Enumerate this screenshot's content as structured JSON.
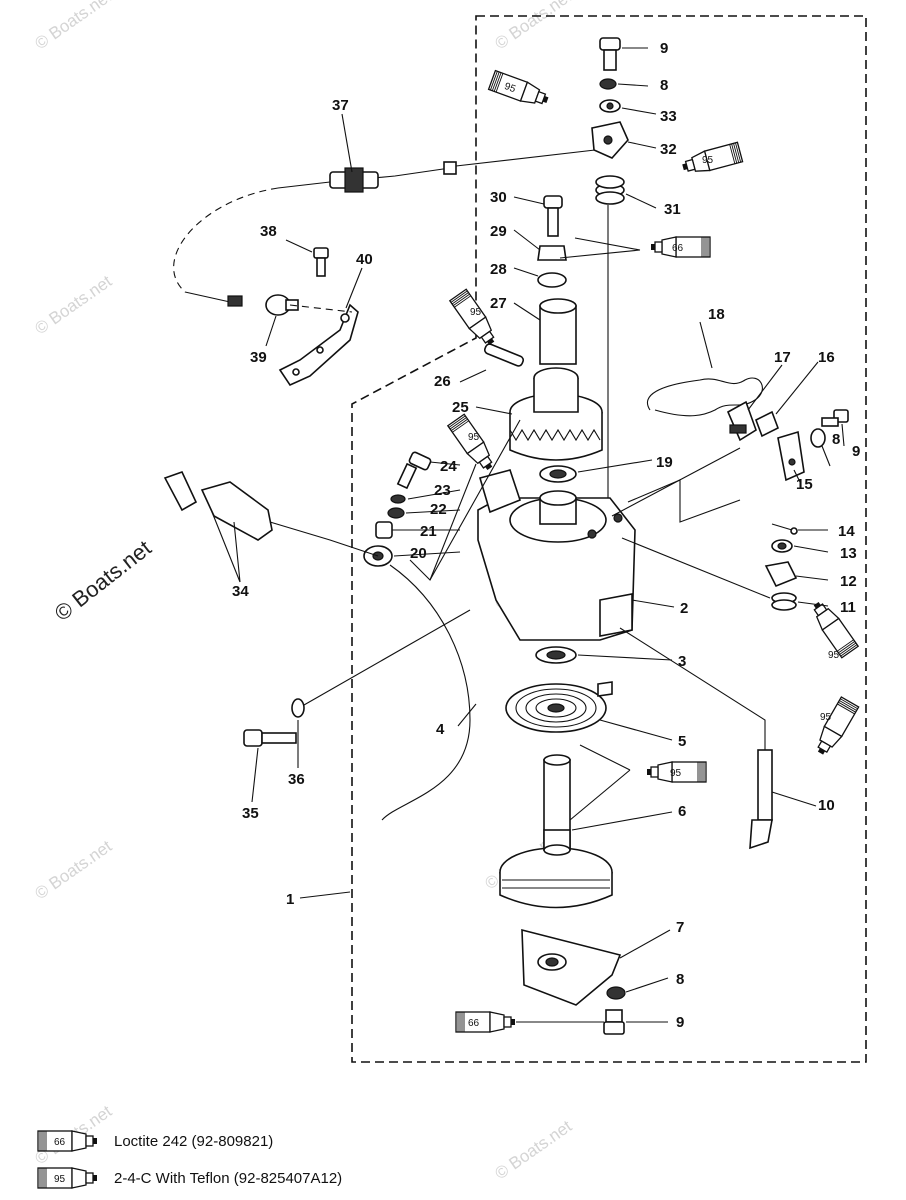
{
  "callouts": [
    {
      "id": "1",
      "label": "1"
    },
    {
      "id": "2",
      "label": "2"
    },
    {
      "id": "3",
      "label": "3"
    },
    {
      "id": "4",
      "label": "4"
    },
    {
      "id": "5",
      "label": "5"
    },
    {
      "id": "6",
      "label": "6"
    },
    {
      "id": "7",
      "label": "7"
    },
    {
      "id": "8a",
      "label": "8"
    },
    {
      "id": "8b",
      "label": "8"
    },
    {
      "id": "8c",
      "label": "8"
    },
    {
      "id": "9a",
      "label": "9"
    },
    {
      "id": "9b",
      "label": "9"
    },
    {
      "id": "9c",
      "label": "9"
    },
    {
      "id": "10",
      "label": "10"
    },
    {
      "id": "11",
      "label": "11"
    },
    {
      "id": "12",
      "label": "12"
    },
    {
      "id": "13",
      "label": "13"
    },
    {
      "id": "14",
      "label": "14"
    },
    {
      "id": "15",
      "label": "15"
    },
    {
      "id": "16",
      "label": "16"
    },
    {
      "id": "17",
      "label": "17"
    },
    {
      "id": "18",
      "label": "18"
    },
    {
      "id": "19",
      "label": "19"
    },
    {
      "id": "20",
      "label": "20"
    },
    {
      "id": "21",
      "label": "21"
    },
    {
      "id": "22",
      "label": "22"
    },
    {
      "id": "23",
      "label": "23"
    },
    {
      "id": "24",
      "label": "24"
    },
    {
      "id": "25",
      "label": "25"
    },
    {
      "id": "26",
      "label": "26"
    },
    {
      "id": "27",
      "label": "27"
    },
    {
      "id": "28",
      "label": "28"
    },
    {
      "id": "29",
      "label": "29"
    },
    {
      "id": "30",
      "label": "30"
    },
    {
      "id": "31",
      "label": "31"
    },
    {
      "id": "32",
      "label": "32"
    },
    {
      "id": "33",
      "label": "33"
    },
    {
      "id": "34",
      "label": "34"
    },
    {
      "id": "35",
      "label": "35"
    },
    {
      "id": "36",
      "label": "36"
    },
    {
      "id": "37",
      "label": "37"
    },
    {
      "id": "38",
      "label": "38"
    },
    {
      "id": "39",
      "label": "39"
    },
    {
      "id": "40",
      "label": "40"
    }
  ],
  "tubes": [
    {
      "id": "t95a",
      "code": "95"
    },
    {
      "id": "t95b",
      "code": "95"
    },
    {
      "id": "t66a",
      "code": "66"
    },
    {
      "id": "t95c",
      "code": "95"
    },
    {
      "id": "t95d",
      "code": "95"
    },
    {
      "id": "t95e",
      "code": "95"
    },
    {
      "id": "t95f",
      "code": "95"
    },
    {
      "id": "t95g",
      "code": "95"
    },
    {
      "id": "t66b",
      "code": "66"
    }
  ],
  "legend": [
    {
      "code": "66",
      "text": "Loctite 242  (92-809821)"
    },
    {
      "code": "95",
      "text": "2-4-C  With Teflon (92-825407A12)"
    }
  ],
  "watermark": {
    "small": "© Boats.net",
    "large": "© Boats.net"
  }
}
